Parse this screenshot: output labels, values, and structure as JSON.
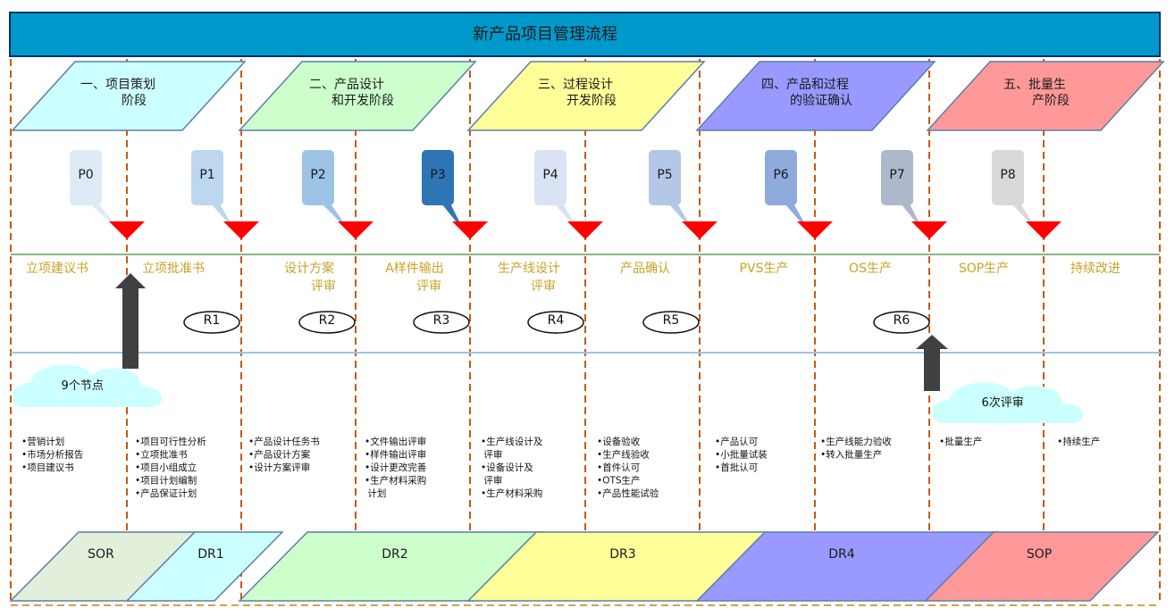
{
  "title": "新产品项目管理流程",
  "colors": {
    "title_fill": "#0099CC",
    "title_border": "#003366",
    "divider_dash": "#C55A11",
    "milestone_text": "#C9A227",
    "green_rule": "#8DB38A",
    "blue_rule": "#9DC3E6",
    "marker_red": "#FF0000",
    "arrow_dark": "#404040",
    "cloud_fill": "#CCFFFF",
    "bottom_rule": "#D4A04A"
  },
  "phases": [
    {
      "id": "phase-1",
      "line1": "一、项目策划",
      "line2": "阶段",
      "color": "#CCFFFF"
    },
    {
      "id": "phase-2",
      "line1": "二、产品设计",
      "line2": "和开发阶段",
      "color": "#CCFFCC"
    },
    {
      "id": "phase-3",
      "line1": "三、过程设计",
      "line2": "开发阶段",
      "color": "#FFFF99"
    },
    {
      "id": "phase-4",
      "line1": "四、产品和过程",
      "line2": "的验证确认",
      "color": "#9999FF"
    },
    {
      "id": "phase-5",
      "line1": "五、批量生",
      "line2": "产阶段",
      "color": "#FF9999"
    }
  ],
  "checkpoints": [
    {
      "label": "P0",
      "color": "#DEEBF7"
    },
    {
      "label": "P1",
      "color": "#BDD7EE"
    },
    {
      "label": "P2",
      "color": "#9DC3E6"
    },
    {
      "label": "P3",
      "color": "#2E75B6"
    },
    {
      "label": "P4",
      "color": "#DAE3F3"
    },
    {
      "label": "P5",
      "color": "#B4C7E7"
    },
    {
      "label": "P6",
      "color": "#8FAADC"
    },
    {
      "label": "P7",
      "color": "#ADB9CA"
    },
    {
      "label": "P8",
      "color": "#D9D9D9"
    }
  ],
  "milestones": [
    {
      "line1": "立项建议书",
      "line2": ""
    },
    {
      "line1": "立项批准书",
      "line2": ""
    },
    {
      "line1": "设计方案",
      "line2": "评审"
    },
    {
      "line1": "A样件输出",
      "line2": "评审"
    },
    {
      "line1": "生产线设计",
      "line2": "评审"
    },
    {
      "line1": "产品确认",
      "line2": ""
    },
    {
      "line1": "PVS生产",
      "line2": ""
    },
    {
      "line1": "OS生产",
      "line2": ""
    },
    {
      "line1": "SOP生产",
      "line2": ""
    },
    {
      "line1": "持续改进",
      "line2": ""
    }
  ],
  "reviews": [
    "R1",
    "R2",
    "R3",
    "R4",
    "R5",
    "R6"
  ],
  "clouds": [
    {
      "label": "9个节点"
    },
    {
      "label": "6次评审"
    }
  ],
  "tasks": [
    [
      "•营销计划",
      "•市场分析报告",
      "•项目建议书"
    ],
    [
      "•项目可行性分析",
      "•立项批准书",
      "•项目小组成立",
      "•项目计划编制",
      "•产品保证计划"
    ],
    [
      "•产品设计任务书",
      "•产品设计方案",
      "•设计方案评审"
    ],
    [
      "•文件输出评审",
      "•样件输出评审",
      "•设计更改完善",
      "•生产材料采购",
      " 计划"
    ],
    [
      "•生产线设计及",
      " 评审",
      "•设备设计及",
      " 评审",
      "•生产材料采购"
    ],
    [
      "•设备验收",
      "•生产线验收",
      "•首件认可",
      "•OTS生产",
      "•产品性能试验"
    ],
    [
      "•产品认可",
      "•小批量试装",
      "•首批认可"
    ],
    [
      "•生产线能力验收",
      "•转入批量生产"
    ],
    [
      "•批量生产"
    ],
    [
      "•持续生产"
    ]
  ],
  "gates": [
    {
      "label": "SOR",
      "color": "#E2EFDA"
    },
    {
      "label": "DR1",
      "color": "#CCFFFF"
    },
    {
      "label": "DR2",
      "color": "#CCFFCC"
    },
    {
      "label": "DR3",
      "color": "#FFFF99"
    },
    {
      "label": "DR4",
      "color": "#9999FF"
    },
    {
      "label": "SOP",
      "color": "#FF9999"
    }
  ]
}
